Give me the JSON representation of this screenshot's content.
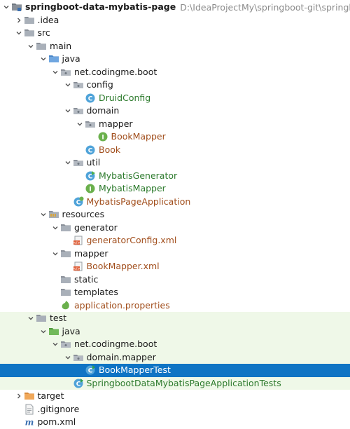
{
  "rows": [
    {
      "label": "springboot-data-mybatis-page",
      "path": "D:\\IdeaProjectMy\\springboot-git\\springboot-data-mybatis-page",
      "depth": 0,
      "arrow": "down",
      "icon": "module-folder-icon",
      "style": "bold"
    },
    {
      "label": ".idea",
      "depth": 1,
      "arrow": "right",
      "icon": "folder-icon"
    },
    {
      "label": "src",
      "depth": 1,
      "arrow": "down",
      "icon": "folder-icon"
    },
    {
      "label": "main",
      "depth": 2,
      "arrow": "down",
      "icon": "folder-icon"
    },
    {
      "label": "java",
      "depth": 3,
      "arrow": "down",
      "icon": "source-folder-icon"
    },
    {
      "label": "net.codingme.boot",
      "depth": 4,
      "arrow": "down",
      "icon": "package-icon"
    },
    {
      "label": "config",
      "depth": 5,
      "arrow": "down",
      "icon": "package-icon"
    },
    {
      "label": "DruidConfig",
      "depth": 6,
      "arrow": "none",
      "icon": "class-icon",
      "style": "class"
    },
    {
      "label": "domain",
      "depth": 5,
      "arrow": "down",
      "icon": "package-icon"
    },
    {
      "label": "mapper",
      "depth": 6,
      "arrow": "down",
      "icon": "package-icon"
    },
    {
      "label": "BookMapper",
      "depth": 7,
      "arrow": "none",
      "icon": "interface-icon",
      "style": "iface"
    },
    {
      "label": "Book",
      "depth": 6,
      "arrow": "none",
      "icon": "class-icon",
      "style": "iface"
    },
    {
      "label": "util",
      "depth": 5,
      "arrow": "down",
      "icon": "package-icon"
    },
    {
      "label": "MybatisGenerator",
      "depth": 6,
      "arrow": "none",
      "icon": "class-runnable-icon",
      "style": "class"
    },
    {
      "label": "MybatisMapper",
      "depth": 6,
      "arrow": "none",
      "icon": "interface-icon",
      "style": "class"
    },
    {
      "label": "MybatisPageApplication",
      "depth": 5,
      "arrow": "none",
      "icon": "spring-boot-class-icon",
      "style": "iface"
    },
    {
      "label": "resources",
      "depth": 3,
      "arrow": "down",
      "icon": "resources-folder-icon"
    },
    {
      "label": "generator",
      "depth": 4,
      "arrow": "down",
      "icon": "folder-icon"
    },
    {
      "label": "generatorConfig.xml",
      "depth": 5,
      "arrow": "none",
      "icon": "xml-file-icon",
      "style": "xml"
    },
    {
      "label": "mapper",
      "depth": 4,
      "arrow": "down",
      "icon": "folder-icon"
    },
    {
      "label": "BookMapper.xml",
      "depth": 5,
      "arrow": "none",
      "icon": "xml-file-icon",
      "style": "xml"
    },
    {
      "label": "static",
      "depth": 4,
      "arrow": "none",
      "icon": "folder-icon"
    },
    {
      "label": "templates",
      "depth": 4,
      "arrow": "none",
      "icon": "folder-icon"
    },
    {
      "label": "application.properties",
      "depth": 4,
      "arrow": "none",
      "icon": "spring-properties-icon",
      "style": "props"
    },
    {
      "label": "test",
      "depth": 2,
      "arrow": "down",
      "icon": "folder-icon",
      "bg": "test"
    },
    {
      "label": "java",
      "depth": 3,
      "arrow": "down",
      "icon": "test-source-folder-icon",
      "bg": "test"
    },
    {
      "label": "net.codingme.boot",
      "depth": 4,
      "arrow": "down",
      "icon": "package-icon",
      "bg": "test"
    },
    {
      "label": "domain.mapper",
      "depth": 5,
      "arrow": "down",
      "icon": "package-icon",
      "bg": "test"
    },
    {
      "label": "BookMapperTest",
      "depth": 6,
      "arrow": "none",
      "icon": "test-class-icon",
      "style": "test-class",
      "bg": "selected"
    },
    {
      "label": "SpringbootDataMybatisPageApplicationTests",
      "depth": 5,
      "arrow": "none",
      "icon": "test-class-icon",
      "style": "test-class",
      "bg": "test"
    },
    {
      "label": "target",
      "depth": 1,
      "arrow": "right",
      "icon": "excluded-folder-icon"
    },
    {
      "label": ".gitignore",
      "depth": 1,
      "arrow": "none",
      "icon": "text-file-icon"
    },
    {
      "label": "pom.xml",
      "depth": 1,
      "arrow": "none",
      "icon": "maven-file-icon"
    }
  ],
  "colors": {
    "selected_bg": "#0f74c4",
    "test_bg": "#eff8e8",
    "class_green": "#2c7a2c",
    "resource_brown": "#a14e1c",
    "path_gray": "#8a8a8a"
  }
}
